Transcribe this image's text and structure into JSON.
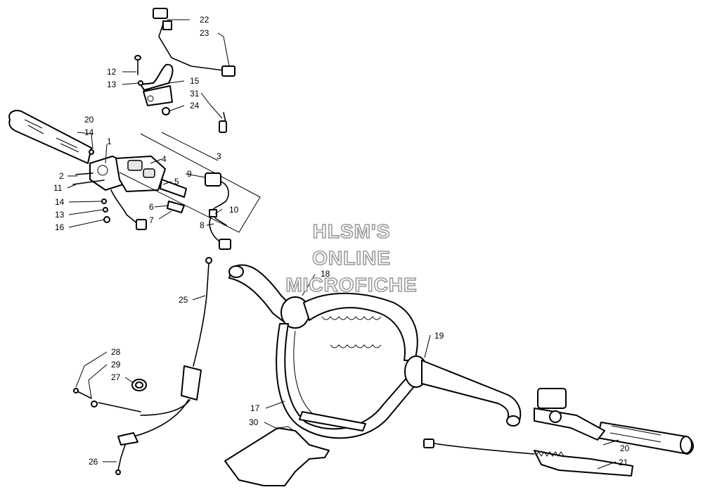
{
  "watermark": {
    "line1": "HLSM'S",
    "line2": "ONLINE",
    "line3": "MICROFICHE",
    "color": "#9a9a9a"
  },
  "callouts": [
    {
      "id": "c22a",
      "label": "22"
    },
    {
      "id": "c23",
      "label": "23"
    },
    {
      "id": "c12",
      "label": "12"
    },
    {
      "id": "c13a",
      "label": "13"
    },
    {
      "id": "c15",
      "label": "15"
    },
    {
      "id": "c31",
      "label": "31"
    },
    {
      "id": "c24",
      "label": "24"
    },
    {
      "id": "c20a",
      "label": "20"
    },
    {
      "id": "c14a",
      "label": "14"
    },
    {
      "id": "c1",
      "label": "1"
    },
    {
      "id": "c4",
      "label": "4"
    },
    {
      "id": "c3",
      "label": "3"
    },
    {
      "id": "c2",
      "label": "2"
    },
    {
      "id": "c11",
      "label": "11"
    },
    {
      "id": "c9",
      "label": "9"
    },
    {
      "id": "c5",
      "label": "5"
    },
    {
      "id": "c14b",
      "label": "14"
    },
    {
      "id": "c6",
      "label": "6"
    },
    {
      "id": "c13b",
      "label": "13"
    },
    {
      "id": "c10",
      "label": "10"
    },
    {
      "id": "c7",
      "label": "7"
    },
    {
      "id": "c16",
      "label": "16"
    },
    {
      "id": "c8",
      "label": "8"
    },
    {
      "id": "c18",
      "label": "18"
    },
    {
      "id": "c25",
      "label": "25"
    },
    {
      "id": "c19",
      "label": "19"
    },
    {
      "id": "c28",
      "label": "28"
    },
    {
      "id": "c29",
      "label": "29"
    },
    {
      "id": "c27",
      "label": "27"
    },
    {
      "id": "c17",
      "label": "17"
    },
    {
      "id": "c30",
      "label": "30"
    },
    {
      "id": "c20b",
      "label": "20"
    },
    {
      "id": "c26",
      "label": "26"
    },
    {
      "id": "c21",
      "label": "21"
    }
  ]
}
